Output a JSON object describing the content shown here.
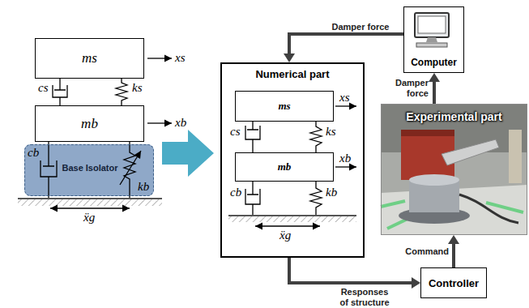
{
  "diagram": {
    "nodes": [
      {
        "text": [
          "ms"
        ]
      },
      {
        "text": [
          "mb"
        ]
      },
      {
        "text": [
          "Base Isolator"
        ]
      },
      {
        "text": [
          "Numerical part"
        ]
      },
      {
        "text": [
          "ms"
        ],
        "in": 3
      },
      {
        "text": [
          "mb"
        ],
        "in": 3
      },
      {
        "text": [
          "Computer"
        ]
      },
      {
        "text": [
          "Experimental part"
        ]
      },
      {
        "text": [
          "Controller"
        ]
      }
    ],
    "edges": [
      {
        "from": 6,
        "to": 3,
        "arrow": "to",
        "label": "Damper force"
      },
      {
        "from": 7,
        "to": 6,
        "arrow": "to",
        "label": "Damper force"
      },
      {
        "from": 8,
        "to": 7,
        "arrow": "to",
        "label": "Command"
      },
      {
        "from": 3,
        "to": 8,
        "arrow": "to",
        "label": "Responses of structure"
      }
    ],
    "labels": [
      "xs",
      "cs",
      "ks",
      "xb",
      "cb",
      "kb",
      "ẍg",
      "xs",
      "cs",
      "ks",
      "xb",
      "cb",
      "kb",
      "ẍg"
    ]
  }
}
